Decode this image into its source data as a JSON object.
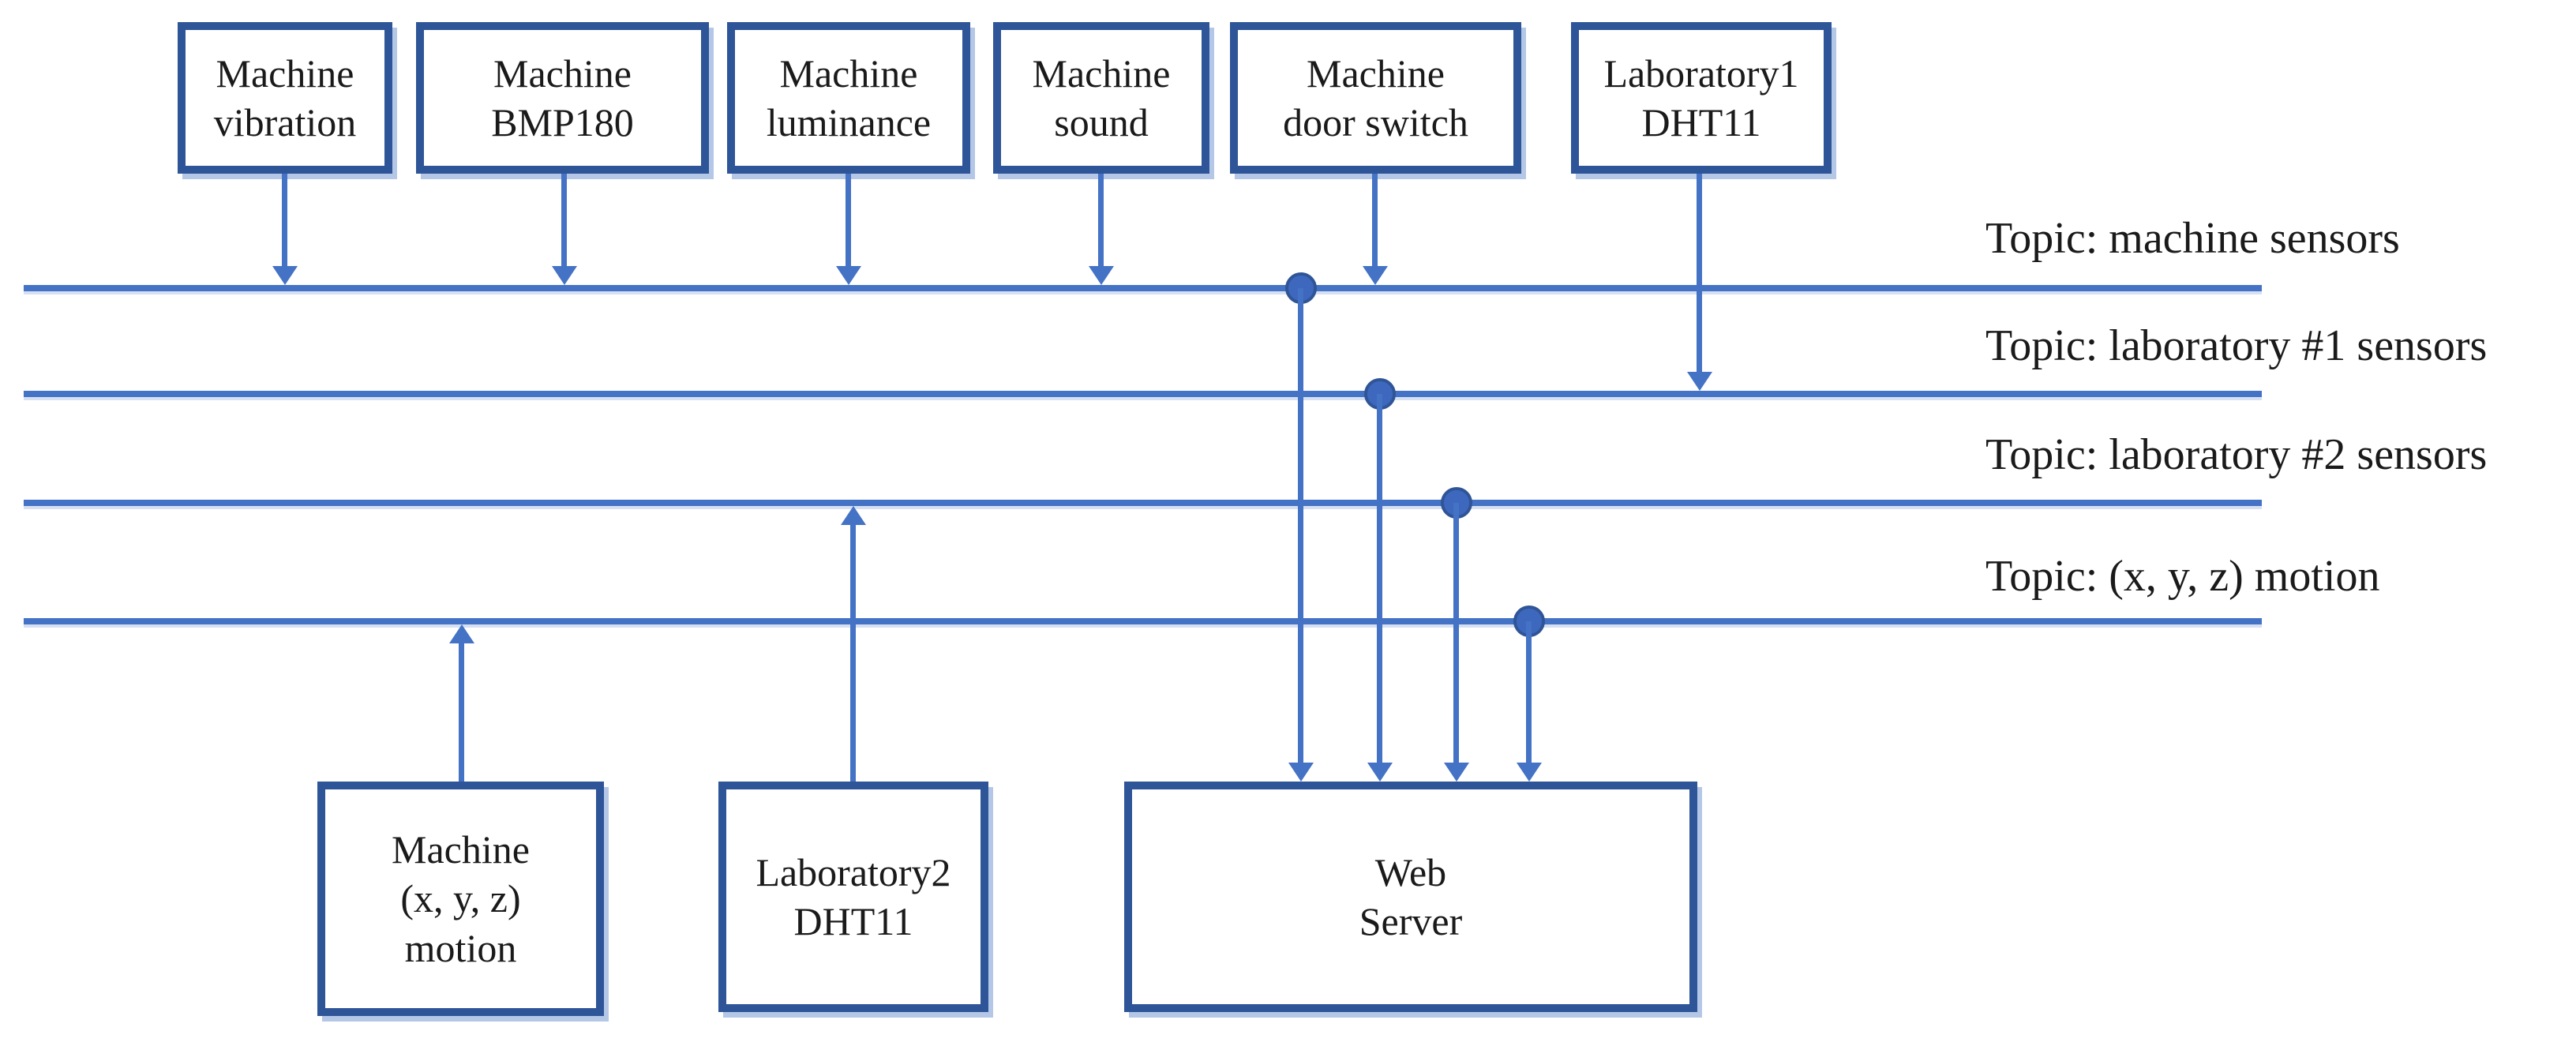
{
  "diagram": {
    "publisher_boxes": [
      {
        "label": "Machine\nvibration"
      },
      {
        "label": "Machine\nBMP180"
      },
      {
        "label": "Machine\nluminance"
      },
      {
        "label": "Machine\nsound"
      },
      {
        "label": "Machine\ndoor switch"
      },
      {
        "label": "Laboratory1\nDHT11"
      }
    ],
    "topic_labels": [
      {
        "label": "Topic: machine sensors"
      },
      {
        "label": "Topic: laboratory #1 sensors"
      },
      {
        "label": "Topic: laboratory #2 sensors"
      },
      {
        "label": "Topic: (x, y, z) motion"
      }
    ],
    "subscriber_boxes": [
      {
        "label": "Machine\n(x, y, z)\nmotion"
      },
      {
        "label": "Laboratory2\nDHT11"
      },
      {
        "label": "Web\nServer"
      }
    ],
    "colors": {
      "bus_line": "#4472C4",
      "arrow": "#4472C4",
      "box_border": "#2E5597",
      "junction_dot": "#3E68BE",
      "box_shadow": "#B4C7E7",
      "text": "#1A1A1A"
    }
  }
}
